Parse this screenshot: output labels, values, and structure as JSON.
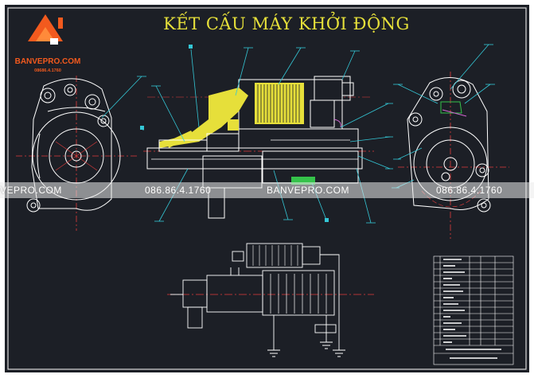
{
  "title": "KẾT CẤU MÁY KHỞI ĐỘNG",
  "logo": {
    "name": "BANVEPRO.COM",
    "phone": "08686.4.1760",
    "mark": "22",
    "color": "#f25a1e"
  },
  "watermark": {
    "left_text": "VEPRO.COM",
    "phone_1": "086.86.4.1760",
    "center_text": "BANVEPRO.COM",
    "phone_2": "086.86.4.1760"
  },
  "colors": {
    "background": "#1c1f26",
    "frame": "#dcdcdc",
    "linework": "#ffffff",
    "centerline": "#e23b3b",
    "leader": "#34c7d6",
    "hatch": "#e6df3a",
    "accent_green": "#35c24a",
    "title": "#e6e03a"
  }
}
